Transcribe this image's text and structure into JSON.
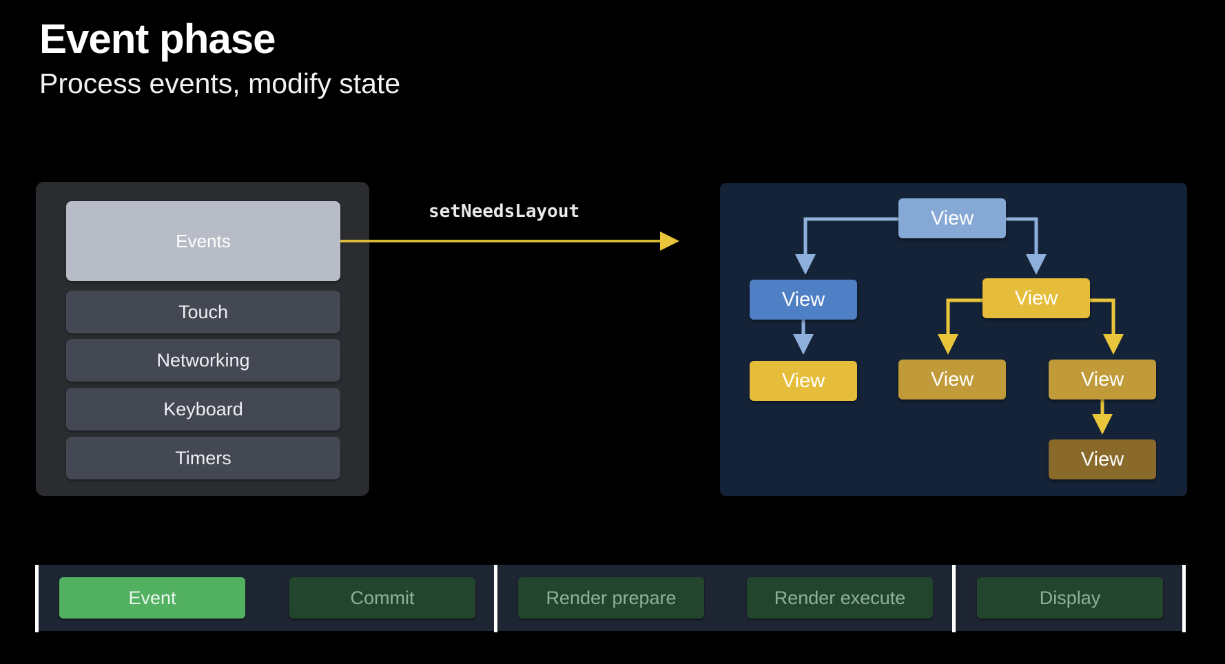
{
  "slide": {
    "title": "Event phase",
    "subtitle": "Process events, modify state"
  },
  "sources": {
    "items": [
      {
        "label": "Events",
        "active": true
      },
      {
        "label": "Touch"
      },
      {
        "label": "Networking"
      },
      {
        "label": "Keyboard"
      },
      {
        "label": "Timers"
      }
    ]
  },
  "arrow": {
    "label": "setNeedsLayout",
    "color": "#e8c53a"
  },
  "view_tree": {
    "nodes": [
      {
        "id": "root",
        "label": "View",
        "style": "blue-light"
      },
      {
        "id": "left",
        "label": "View",
        "style": "blue"
      },
      {
        "id": "right",
        "label": "View",
        "style": "yellow"
      },
      {
        "id": "left-child",
        "label": "View",
        "style": "yellow"
      },
      {
        "id": "right-child-1",
        "label": "View",
        "style": "gold"
      },
      {
        "id": "right-child-2",
        "label": "View",
        "style": "gold"
      },
      {
        "id": "leaf",
        "label": "View",
        "style": "bronze"
      }
    ]
  },
  "timeline": {
    "phases": [
      {
        "label": "Event",
        "current": true
      },
      {
        "label": "Commit"
      },
      {
        "label": "Render prepare"
      },
      {
        "label": "Render execute"
      },
      {
        "label": "Display"
      }
    ],
    "active_color": "#52b061",
    "inactive_color": "#23452d"
  }
}
